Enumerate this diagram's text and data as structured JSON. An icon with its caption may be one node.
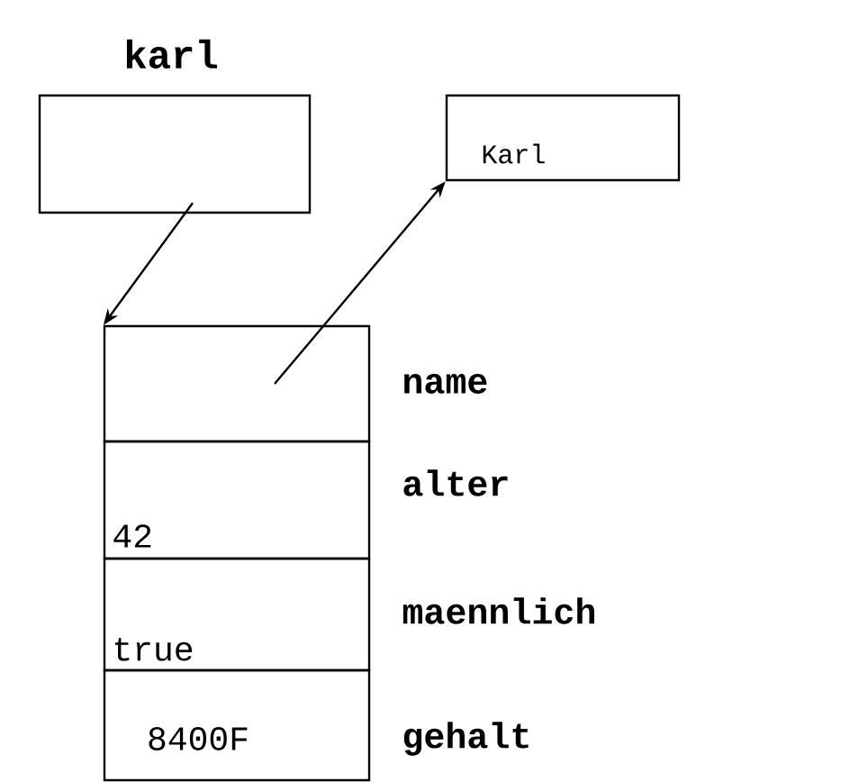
{
  "diagram": {
    "nodes": [
      {
        "text": [
          "karl"
        ]
      },
      {
        "text": [
          "Karl"
        ]
      },
      {
        "text": [],
        "shape": "box",
        "beside": [
          "name"
        ]
      },
      {
        "text": [
          "42"
        ],
        "beside": [
          "alter"
        ]
      },
      {
        "text": [
          "true"
        ],
        "beside": [
          "maennlich"
        ]
      },
      {
        "text": [
          "8400F"
        ],
        "beside": [
          "gehalt"
        ]
      }
    ],
    "edges": [
      {
        "from": 0,
        "to": 2,
        "arrow": "to"
      },
      {
        "from": 2,
        "to": 1,
        "arrow": "to"
      }
    ]
  }
}
